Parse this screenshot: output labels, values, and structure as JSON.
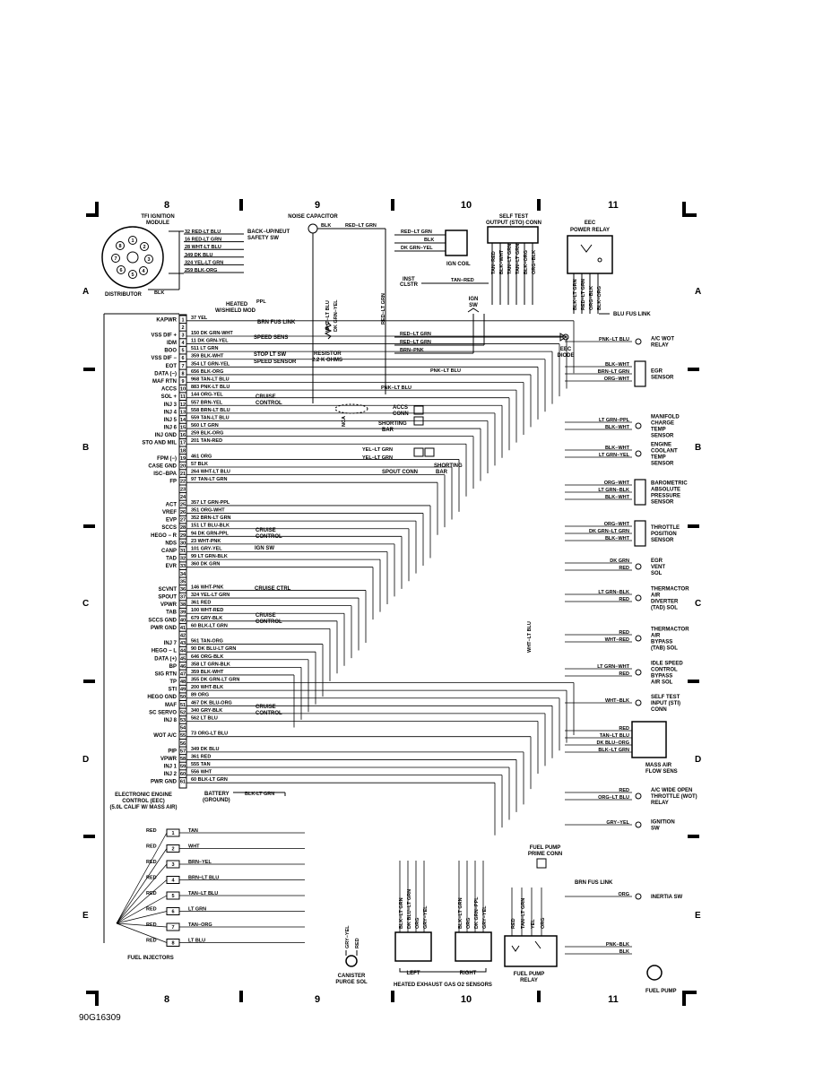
{
  "grid_cols": [
    "8",
    "9",
    "10",
    "11"
  ],
  "grid_rows": [
    "A",
    "B",
    "C",
    "D",
    "E"
  ],
  "figure_id": "90G16309",
  "ecc": {
    "title": [
      "ELECTRONIC ENGINE",
      "CONTROL (EEC)",
      "(5.0L CALIF W/ MASS AIR)"
    ],
    "pins": [
      {
        "n": "1",
        "name": "KAPWR",
        "wire": "37 YEL"
      },
      {
        "n": "2",
        "name": "",
        "wire": ""
      },
      {
        "n": "3",
        "name": "VSS DIF +",
        "wire": "150 DK GRN-WHT"
      },
      {
        "n": "4",
        "name": "IDM",
        "wire": "11 DK GRN-YEL"
      },
      {
        "n": "5",
        "name": "BOO",
        "wire": "511 LT GRN"
      },
      {
        "n": "6",
        "name": "VSS DIF −",
        "wire": "359 BLK-WHT"
      },
      {
        "n": "7",
        "name": "EOT",
        "wire": "354 LT GRN-YEL"
      },
      {
        "n": "8",
        "name": "DATA (−)",
        "wire": "656 BLK-ORG"
      },
      {
        "n": "9",
        "name": "MAF RTN",
        "wire": "968 TAN-LT BLU"
      },
      {
        "n": "10",
        "name": "ACCS",
        "wire": "883 PNK-LT BLU"
      },
      {
        "n": "11",
        "name": "SOL +",
        "wire": "144 ORG-YEL"
      },
      {
        "n": "12",
        "name": "INJ 3",
        "wire": "557 BRN-YEL"
      },
      {
        "n": "13",
        "name": "INJ 4",
        "wire": "558 BRN-LT BLU"
      },
      {
        "n": "14",
        "name": "INJ 5",
        "wire": "559 TAN-LT BLU"
      },
      {
        "n": "15",
        "name": "INJ 6",
        "wire": "560 LT GRN"
      },
      {
        "n": "16",
        "name": "INJ GND",
        "wire": "259 BLK-ORG"
      },
      {
        "n": "17",
        "name": "STO AND MIL",
        "wire": "201 TAN-RED"
      },
      {
        "n": "18",
        "name": "",
        "wire": ""
      },
      {
        "n": "19",
        "name": "FPM (−)",
        "wire": "461 ORG"
      },
      {
        "n": "20",
        "name": "CASE GND",
        "wire": "57 BLK"
      },
      {
        "n": "21",
        "name": "ISC−BPA",
        "wire": "264 WHT-LT BLU"
      },
      {
        "n": "22",
        "name": "FP",
        "wire": "97 TAN-LT GRN"
      },
      {
        "n": "23",
        "name": "",
        "wire": ""
      },
      {
        "n": "24",
        "name": "",
        "wire": ""
      },
      {
        "n": "25",
        "name": "ACT",
        "wire": "357 LT GRN-PPL"
      },
      {
        "n": "26",
        "name": "VREF",
        "wire": "351 ORG-WHT"
      },
      {
        "n": "27",
        "name": "EVP",
        "wire": "352 BRN-LT GRN"
      },
      {
        "n": "28",
        "name": "SCCS",
        "wire": "151 LT BLU-BLK"
      },
      {
        "n": "29",
        "name": "HEGO − R",
        "wire": "94 DK GRN-PPL"
      },
      {
        "n": "30",
        "name": "NDS",
        "wire": "23 WHT-PNK"
      },
      {
        "n": "31",
        "name": "CANP",
        "wire": "101 GRY-YEL"
      },
      {
        "n": "32",
        "name": "TAD",
        "wire": "99 LT GRN-BLK"
      },
      {
        "n": "33",
        "name": "EVR",
        "wire": "360 DK GRN"
      },
      {
        "n": "34",
        "name": "",
        "wire": ""
      },
      {
        "n": "35",
        "name": "",
        "wire": ""
      },
      {
        "n": "36",
        "name": "SCVNT",
        "wire": "146 WHT-PNK"
      },
      {
        "n": "37",
        "name": "SPOUT",
        "wire": "324 YEL-LT GRN"
      },
      {
        "n": "38",
        "name": "VPWR",
        "wire": "361 RED"
      },
      {
        "n": "39",
        "name": "TAB",
        "wire": "100 WHT-RED"
      },
      {
        "n": "40",
        "name": "SCCS GND",
        "wire": "679 GRY-BLK"
      },
      {
        "n": "41",
        "name": "PWR GND",
        "wire": "60 BLK-LT GRN"
      },
      {
        "n": "42",
        "name": "",
        "wire": ""
      },
      {
        "n": "43",
        "name": "INJ 7",
        "wire": "561 TAN-ORG"
      },
      {
        "n": "44",
        "name": "HEGO − L",
        "wire": "90 DK BLU-LT GRN"
      },
      {
        "n": "45",
        "name": "DATA (+)",
        "wire": "646 ORG-BLK"
      },
      {
        "n": "46",
        "name": "BP",
        "wire": "358 LT GRN-BLK"
      },
      {
        "n": "47",
        "name": "SIG RTN",
        "wire": "359 BLK-WHT"
      },
      {
        "n": "48",
        "name": "TP",
        "wire": "355 DK GRN-LT GRN"
      },
      {
        "n": "49",
        "name": "STI",
        "wire": "200 WHT-BLK"
      },
      {
        "n": "50",
        "name": "HEGO GND",
        "wire": "89 ORG"
      },
      {
        "n": "51",
        "name": "MAF",
        "wire": "467 DK BLU-ORG"
      },
      {
        "n": "52",
        "name": "SC SERVO",
        "wire": "340 GRY-BLK"
      },
      {
        "n": "53",
        "name": "INJ 8",
        "wire": "562 LT BLU"
      },
      {
        "n": "54",
        "name": "",
        "wire": ""
      },
      {
        "n": "55",
        "name": "WOT A/C",
        "wire": "73 ORG-LT BLU"
      },
      {
        "n": "56",
        "name": "",
        "wire": ""
      },
      {
        "n": "57",
        "name": "PIP",
        "wire": "349 DK BLU"
      },
      {
        "n": "58",
        "name": "VPWR",
        "wire": "361 RED"
      },
      {
        "n": "59",
        "name": "INJ 1",
        "wire": "555 TAN"
      },
      {
        "n": "60",
        "name": "INJ 2",
        "wire": "556 WHT"
      },
      {
        "n": "61",
        "name": "PWR GND",
        "wire": "60 BLK-LT GRN"
      }
    ]
  },
  "tfi": {
    "title": [
      "TFI IGNITION",
      "MODULE"
    ],
    "wires": [
      "32 RED-LT BLU",
      "16 RED-LT GRN",
      "28 WHT-LT BLU",
      "349 DK BLU",
      "324 YEL-LT GRN",
      "259 BLK-ORG"
    ],
    "pins": [
      "1",
      "2",
      "3",
      "4",
      "5",
      "6",
      "7",
      "8"
    ],
    "distributor": "DISTRIBUTOR",
    "blk": "BLK"
  },
  "left_labels": {
    "backup": [
      "BACK−UP/NEUT",
      "SAFETY SW"
    ],
    "heated": [
      "HEATED",
      "W/SHIELD MOD"
    ],
    "ppl": "PPL",
    "brn_fus": "BRN FUS LINK",
    "speed_sens": "SPEED SENS",
    "stop_lt": "STOP LT SW",
    "speed_sensor": "SPEED SENSOR",
    "cruise_control": [
      "CRUISE",
      "CONTROL"
    ],
    "ign_sw": "IGN SW",
    "cruise_ctrl": "CRUISE CTRL",
    "battery": [
      "BATTERY",
      "(GROUND)"
    ],
    "battery_wire": "BLK-LT GRN"
  },
  "top_labels": {
    "noise_cap": "NOISE CAPACITOR",
    "blk": "BLK",
    "red_lt_grn": "RED−LT GRN",
    "resistor": [
      "RESISTOR",
      "2.2 K OHMS"
    ],
    "ign_coil": "IGN COIL",
    "coil_wires": [
      "RED−LT GRN",
      "BLK",
      "DK GRN−YEL"
    ],
    "inst_clstr": [
      "INST",
      "CLSTR"
    ],
    "tan_red": "TAN−RED",
    "ign_sw": [
      "IGN",
      "SW"
    ],
    "ign_sw_wires": [
      "RED−LT GRN",
      "RED−LT GRN",
      "BRN−PNK"
    ],
    "self_test": [
      "SELF TEST",
      "OUTPUT (STO) CONN"
    ],
    "sto_wires": [
      "TAN−RED",
      "BLK−WHT",
      "TAN−LT GRN",
      "TAN−LT GRN",
      "BLK−ORG",
      "ORG−BLK"
    ],
    "eec_power": [
      "EEC",
      "POWER RELAY"
    ],
    "relay_wires": [
      "BLK−LT GRN",
      "RED−LT GRN",
      "ORG−BLK",
      "BLK−ORG"
    ],
    "blu_fus": "BLU FUS LINK",
    "eec_diode": [
      "EEC",
      "DIODE"
    ],
    "vert_wires": [
      "WHT−LT BLU",
      "DK GRN−YEL",
      "RED−LT GRN",
      "NCA"
    ],
    "pnk_lt_blu": "PNK−LT BLU",
    "accs_conn": [
      "ACCS",
      "CONN"
    ],
    "shorting_bar": [
      "SHORTING",
      "BAR"
    ],
    "spout_conn": "SPOUT CONN",
    "spout_wires": [
      "YEL−LT GRN",
      "YEL−LT GRN"
    ],
    "shorting_bar2": [
      "SHORTING",
      "BAR"
    ],
    "wht_lt_blu": "WHT−LT BLU"
  },
  "right_components": [
    {
      "label": [
        "A/C WOT",
        "RELAY"
      ],
      "wire": "PNK−LT BLU"
    },
    {
      "label": [
        "EGR",
        "SENSOR"
      ],
      "wires": [
        "BLK−WHT",
        "BRN−LT GRN",
        "ORG−WHT"
      ]
    },
    {
      "label": [
        "MANIFOLD",
        "CHARGE",
        "TEMP",
        "SENSOR"
      ],
      "wires": [
        "LT GRN−PPL",
        "BLK−WHT"
      ]
    },
    {
      "label": [
        "ENGINE",
        "COOLANT",
        "TEMP",
        "SENSOR"
      ],
      "wires": [
        "BLK−WHT",
        "LT GRN−YEL"
      ]
    },
    {
      "label": [
        "BAROMETRIC",
        "ABSOLUTE",
        "PRESSURE",
        "SENSOR"
      ],
      "wires": [
        "ORG−WHT",
        "LT GRN−BLK",
        "BLK−WHT"
      ]
    },
    {
      "label": [
        "THROTTLE",
        "POSITION",
        "SENSOR"
      ],
      "wires": [
        "ORG−WHT",
        "DK GRN−LT GRN",
        "BLK−WHT"
      ]
    },
    {
      "label": [
        "EGR",
        "VENT",
        "SOL"
      ],
      "wires": [
        "DK GRN",
        "RED"
      ]
    },
    {
      "label": [
        "THERMACTOR",
        "AIR",
        "DIVERTER",
        "(TAD) SOL"
      ],
      "wires": [
        "LT GRN−BLK",
        "RED"
      ]
    },
    {
      "label": [
        "THERMACTOR",
        "AIR",
        "BYPASS",
        "(TAB) SOL"
      ],
      "wires": [
        "RED",
        "WHT−RED"
      ]
    },
    {
      "label": [
        "IDLE SPEED",
        "CONTROL",
        "BYPASS",
        "AIR SOL"
      ],
      "wires": [
        "LT GRN−WHT",
        "RED"
      ]
    },
    {
      "label": [
        "SELF TEST",
        "INPUT (STI)",
        "CONN"
      ],
      "wires": [
        "WHT−BLK"
      ]
    },
    {
      "label": [
        "MASS AIR",
        "FLOW SENS"
      ],
      "wires": [
        "RED",
        "TAN−LT BLU",
        "DK BLU−ORG",
        "BLK−LT GRN"
      ]
    },
    {
      "label": [
        "A/C WIDE OPEN",
        "THROTTLE (WOT)",
        "RELAY"
      ],
      "wires": [
        "RED",
        "ORG−LT BLU"
      ]
    },
    {
      "label": [
        "IGNITION",
        "SW"
      ],
      "wires": [
        "GRY−YEL"
      ]
    },
    {
      "label": [
        "INERTIA SW"
      ],
      "wires": [
        "ORG"
      ]
    },
    {
      "label": [
        "FUEL PUMP"
      ],
      "wires": [
        "PNK−BLK",
        "BLK"
      ]
    }
  ],
  "bottom": {
    "injectors": [
      {
        "n": "1",
        "wire": "TAN"
      },
      {
        "n": "2",
        "wire": "WHT"
      },
      {
        "n": "3",
        "wire": "BRN−YEL"
      },
      {
        "n": "4",
        "wire": "BRN−LT BLU"
      },
      {
        "n": "5",
        "wire": "TAN−LT BLU"
      },
      {
        "n": "6",
        "wire": "LT GRN"
      },
      {
        "n": "7",
        "wire": "TAN−ORG"
      },
      {
        "n": "8",
        "wire": "LT BLU"
      }
    ],
    "inj_red": "RED",
    "fuel_injectors": "FUEL INJECTORS",
    "canister": [
      "CANISTER",
      "PURGE SOL"
    ],
    "canister_wires": [
      "GRY−YEL",
      "RED"
    ],
    "hego_left": "LEFT",
    "hego_right": "RIGHT",
    "hego_title": "HEATED EXHAUST GAS O2 SENSORS",
    "hego_left_wires": [
      "BLK−LT GRN",
      "DK BLU−LT GRN",
      "ORG",
      "GRY−YEL"
    ],
    "hego_right_wires": [
      "BLK−LT GRN",
      "ORG",
      "DK GRN−PPL",
      "GRY−YEL"
    ],
    "fp_prime": [
      "FUEL PUMP",
      "PRIME CONN"
    ],
    "brn_fus": "BRN FUS LINK",
    "fp_relay": [
      "FUEL PUMP",
      "RELAY"
    ],
    "fp_relay_wires": [
      "RED",
      "TAN−LT GRN",
      "YEL",
      "ORG"
    ]
  }
}
